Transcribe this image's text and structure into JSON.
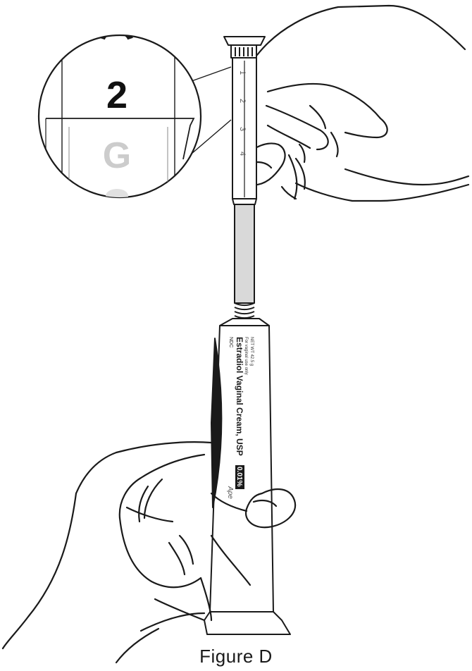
{
  "figure": {
    "caption": "Figure D"
  },
  "magnifier": {
    "dose_mark_top": "2",
    "dose_mark_bottom": "G"
  },
  "applicator": {
    "scale_marks": [
      "1",
      "2",
      "3",
      "4"
    ]
  },
  "tube": {
    "product_name": "Estradiol Vaginal Cream, USP",
    "strength": "0.01%",
    "fine_print_1": "NDC",
    "fine_print_2": "For vaginal use only",
    "fine_print_3": "NET WT 42.5 g",
    "brand_mark": "Ape"
  }
}
